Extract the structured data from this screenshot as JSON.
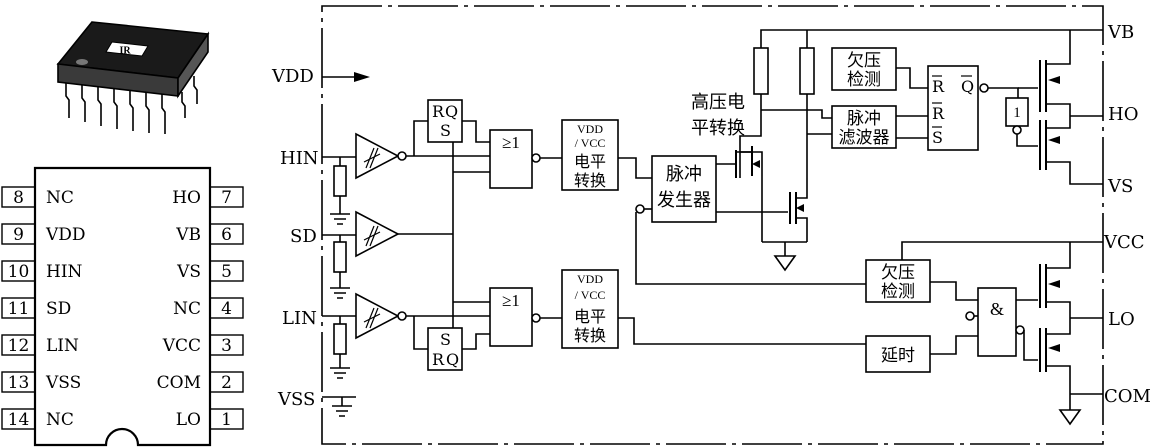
{
  "chip_marking": "IR",
  "pinout": {
    "left_pins": [
      {
        "num": "8",
        "name": "NC"
      },
      {
        "num": "9",
        "name": "VDD"
      },
      {
        "num": "10",
        "name": "HIN"
      },
      {
        "num": "11",
        "name": "SD"
      },
      {
        "num": "12",
        "name": "LIN"
      },
      {
        "num": "13",
        "name": "VSS"
      },
      {
        "num": "14",
        "name": "NC"
      }
    ],
    "right_pins": [
      {
        "num": "7",
        "name": "HO"
      },
      {
        "num": "6",
        "name": "VB"
      },
      {
        "num": "5",
        "name": "VS"
      },
      {
        "num": "4",
        "name": "NC"
      },
      {
        "num": "3",
        "name": "VCC"
      },
      {
        "num": "2",
        "name": "COM"
      },
      {
        "num": "1",
        "name": "LO"
      }
    ]
  },
  "block": {
    "inputs": {
      "vdd": "VDD",
      "hin": "HIN",
      "sd": "SD",
      "lin": "LIN",
      "vss": "VSS"
    },
    "outputs": {
      "vb": "VB",
      "ho": "HO",
      "vs": "VS",
      "vcc": "VCC",
      "lo": "LO",
      "com": "COM"
    },
    "latch_top": {
      "r": "R",
      "q": "Q",
      "s": "S"
    },
    "latch_bottom": {
      "s": "S",
      "r": "R",
      "q": "Q"
    },
    "or_gate": "≥1",
    "level_shift_top": {
      "l1": "VDD",
      "l2": "/ VCC",
      "l3": "电平",
      "l4": "转换"
    },
    "level_shift_bottom": {
      "l1": "VDD",
      "l2": "/ VCC",
      "l3": "电平",
      "l4": "转换"
    },
    "pulse_gen": {
      "l1": "脉冲",
      "l2": "发生器"
    },
    "hv_shift": {
      "l1": "高压电",
      "l2": "平转换"
    },
    "uv_detect_high": {
      "l1": "欠压",
      "l2": "检测"
    },
    "pulse_filter": {
      "l1": "脉冲",
      "l2": "滤波器"
    },
    "output_latch": {
      "rbar1": "R",
      "rbar2": "R",
      "sbar": "S",
      "qbar": "Q"
    },
    "buffer": "1",
    "uv_detect_low": {
      "l1": "欠压",
      "l2": "检测"
    },
    "and_gate": "&",
    "delay": "延时"
  }
}
